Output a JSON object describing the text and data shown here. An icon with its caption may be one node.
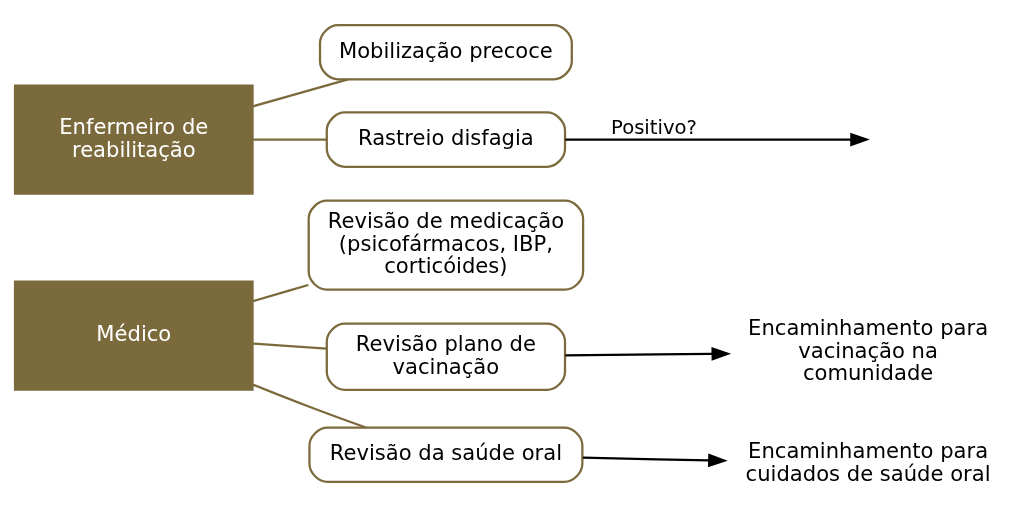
{
  "diagram": {
    "nodes": [
      {
        "text": [
          "Enfermeiro de reabilitação"
        ]
      },
      {
        "text": [
          "Mobilização precoce"
        ]
      },
      {
        "text": [
          "Rastreio disfagia"
        ]
      },
      {
        "text": [
          "Médico"
        ]
      },
      {
        "text": [
          "Revisão de medicação (psicofármacos, IBP, corticóides)"
        ]
      },
      {
        "text": [
          "Revisão plano de vacinação"
        ]
      },
      {
        "text": [
          "Revisão da saúde oral"
        ]
      },
      {
        "text": [
          "Encaminhamento para vacinação na comunidade"
        ]
      },
      {
        "text": [
          "Encaminhamento para cuidados de saúde oral"
        ]
      }
    ],
    "edges": [
      {
        "from": 0,
        "to": 1,
        "arrow": "none"
      },
      {
        "from": 0,
        "to": 2,
        "arrow": "none"
      },
      {
        "from": 3,
        "to": 4,
        "arrow": "none"
      },
      {
        "from": 3,
        "to": 5,
        "arrow": "none"
      },
      {
        "from": 3,
        "to": 6,
        "arrow": "none"
      },
      {
        "from": 5,
        "to": 7,
        "arrow": "to",
        "color": "#000000"
      },
      {
        "from": 6,
        "to": 8,
        "arrow": "to",
        "color": "#000000"
      },
      {
        "from": 2,
        "to": null,
        "arrow": "to",
        "label": "Positivo?",
        "color": "#000000"
      }
    ]
  }
}
